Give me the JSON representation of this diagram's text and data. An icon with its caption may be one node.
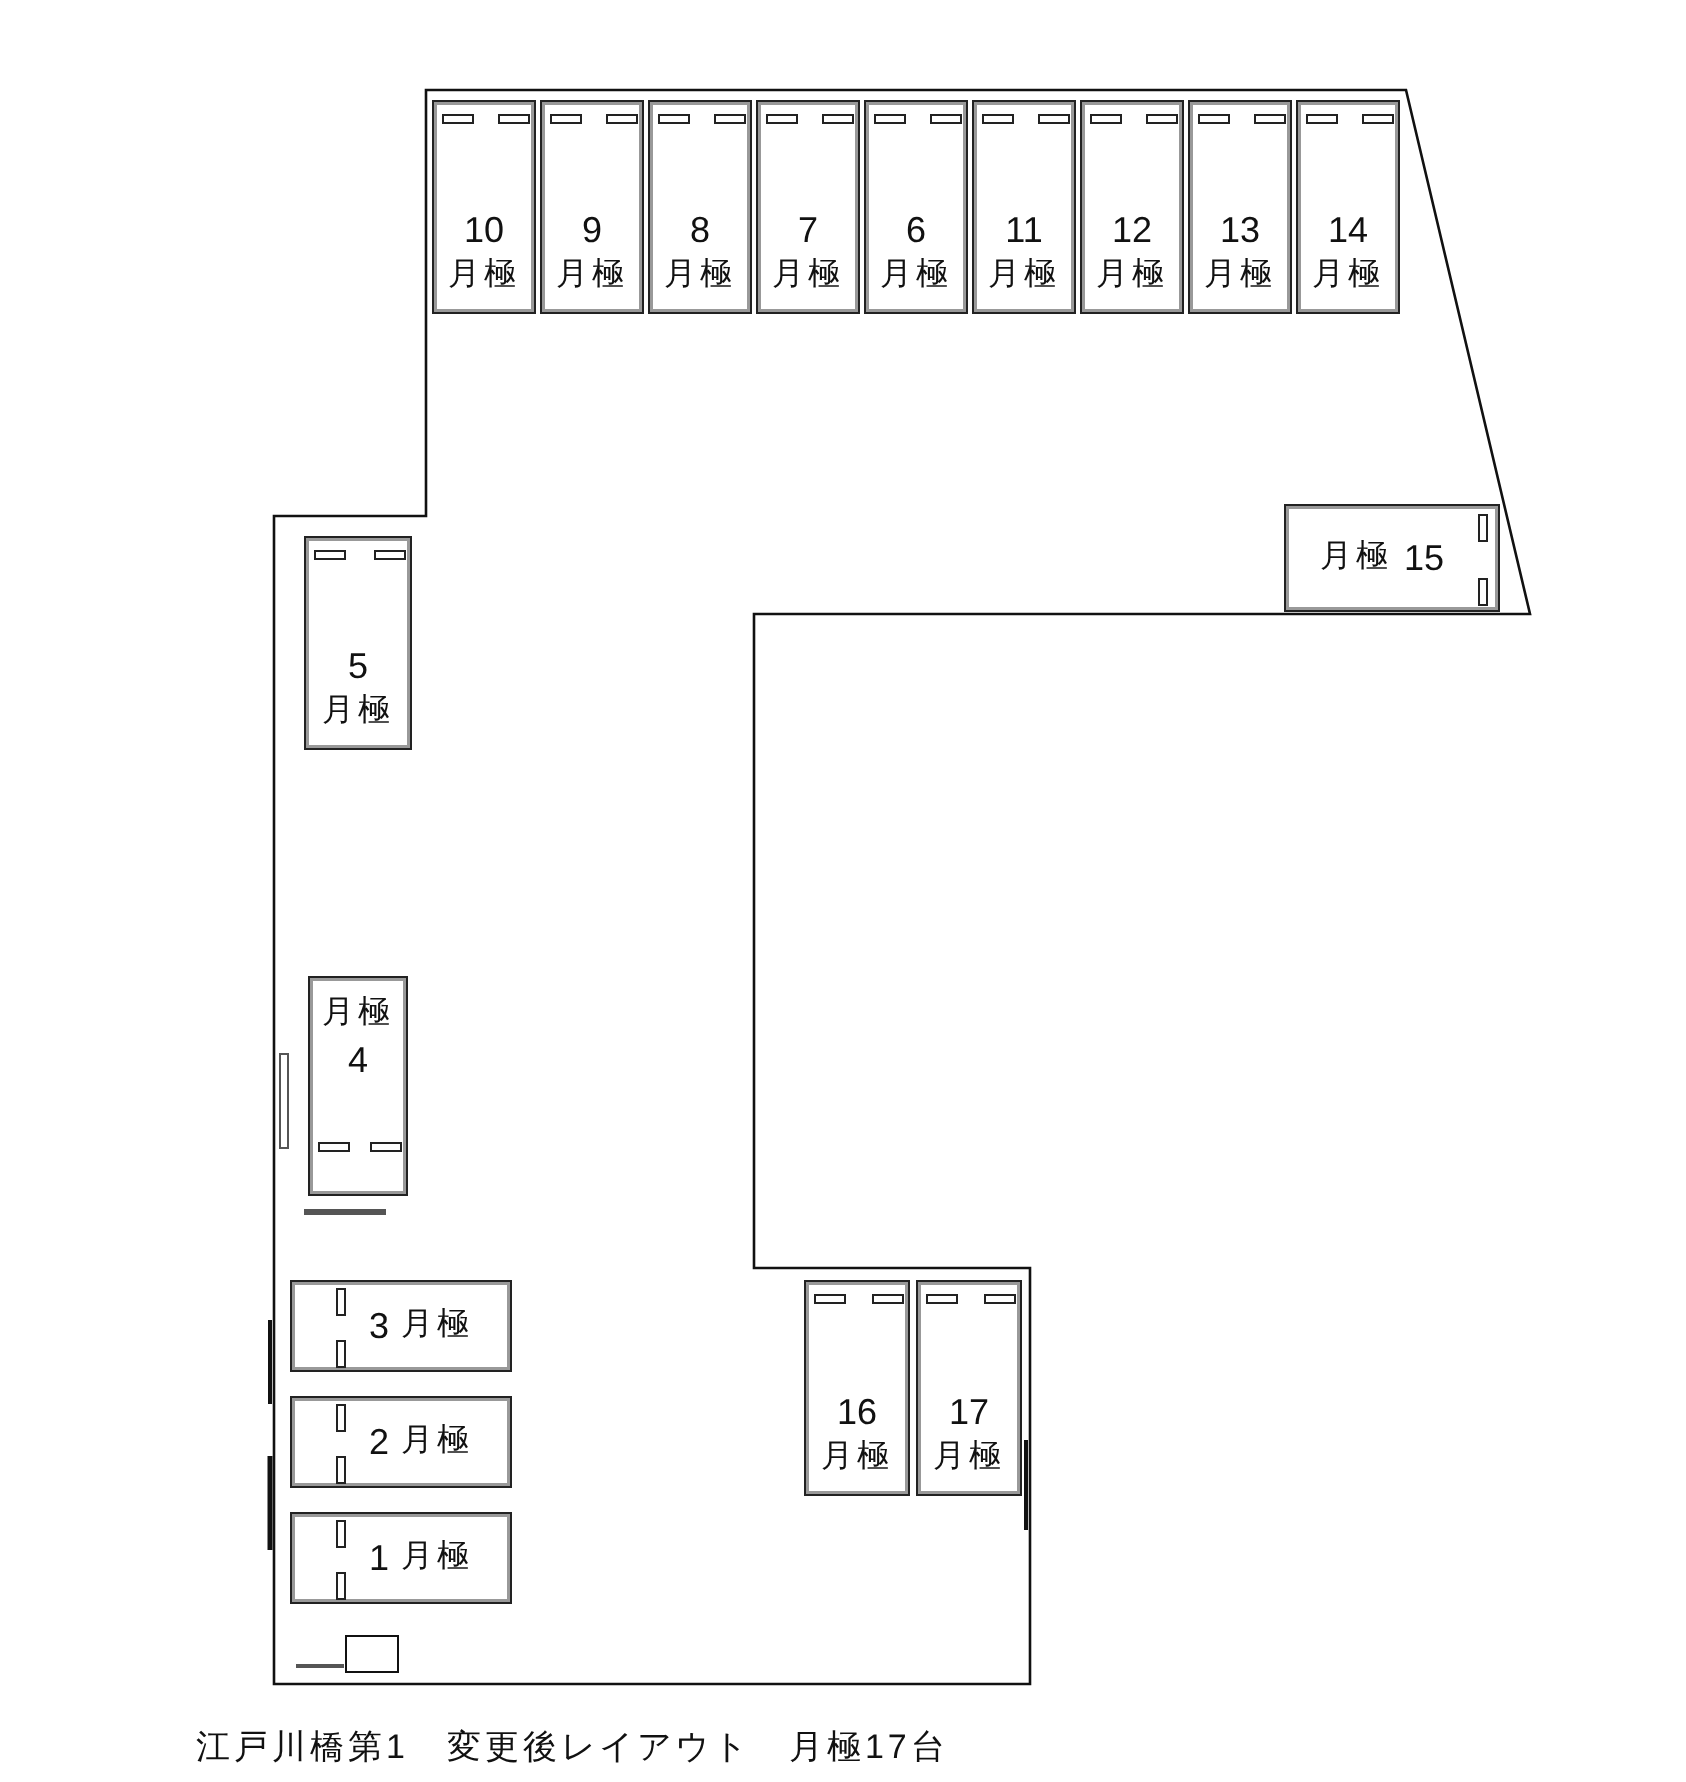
{
  "diagram": {
    "caption": "江戸川橋第1　変更後レイアウト　月極17台",
    "nodes": [
      {
        "text": [
          "10",
          "月極"
        ]
      },
      {
        "text": [
          "9",
          "月極"
        ]
      },
      {
        "text": [
          "8",
          "月極"
        ]
      },
      {
        "text": [
          "7",
          "月極"
        ]
      },
      {
        "text": [
          "6",
          "月極"
        ]
      },
      {
        "text": [
          "11",
          "月極"
        ]
      },
      {
        "text": [
          "12",
          "月極"
        ]
      },
      {
        "text": [
          "13",
          "月極"
        ]
      },
      {
        "text": [
          "14",
          "月極"
        ]
      },
      {
        "text": [
          "月極",
          "15"
        ]
      },
      {
        "text": [
          "5",
          "月極"
        ]
      },
      {
        "text": [
          "月極",
          "4"
        ]
      },
      {
        "text": [
          "3",
          "月極"
        ]
      },
      {
        "text": [
          "16",
          "月極"
        ]
      },
      {
        "text": [
          "17",
          "月極"
        ]
      },
      {
        "text": [
          "2",
          "月極"
        ]
      },
      {
        "text": [
          "1",
          "月極"
        ]
      }
    ]
  }
}
